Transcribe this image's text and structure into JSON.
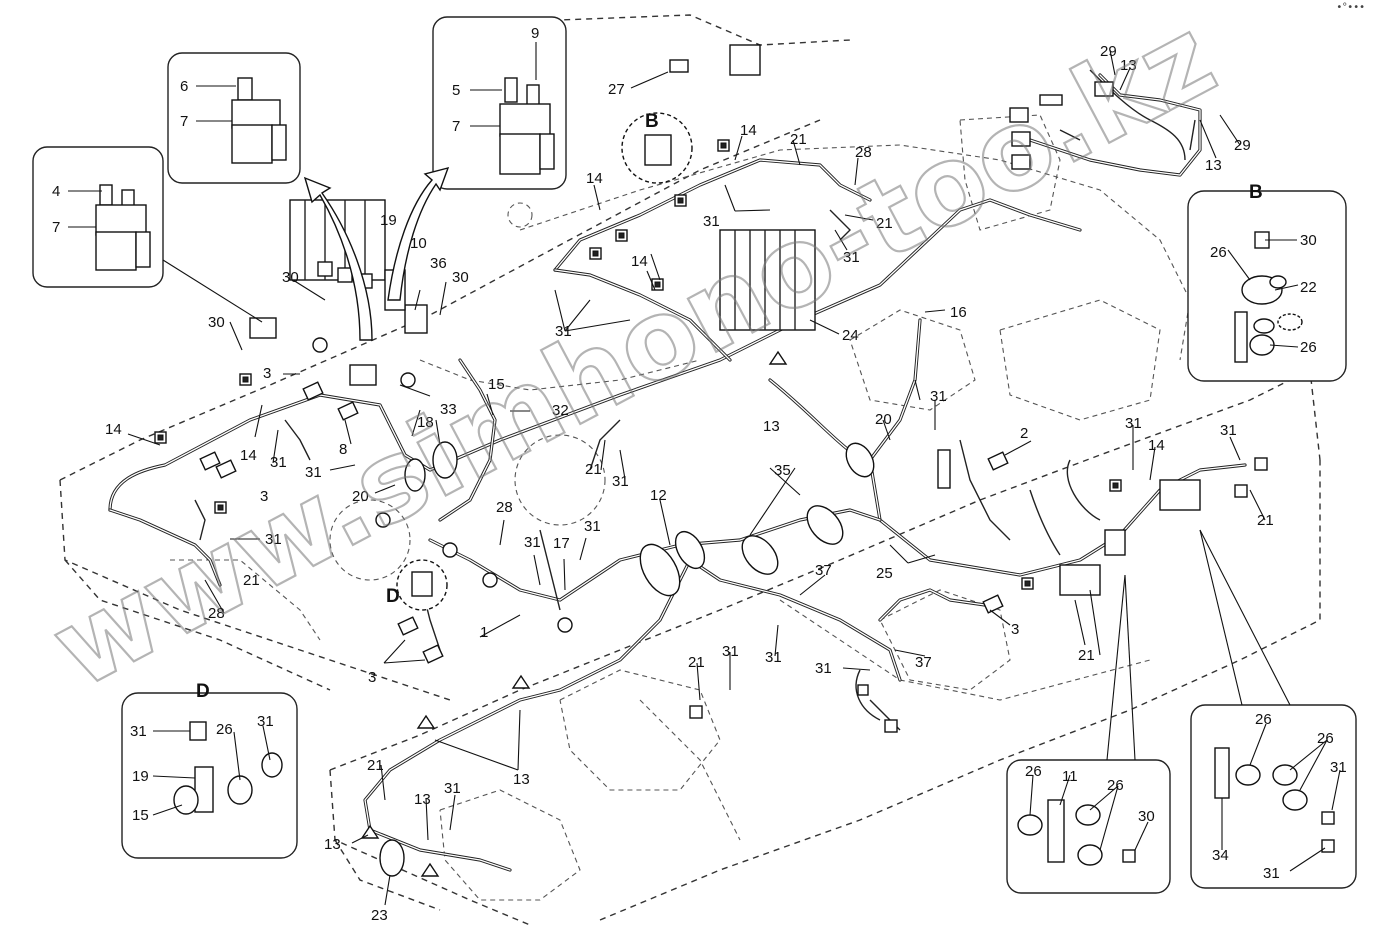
{
  "watermark": "www.simhono-too.kz",
  "corner_mark": "•°•••",
  "detail_labels": [
    "B",
    "B",
    "D",
    "D"
  ],
  "callouts": [
    "1",
    "2",
    "3",
    "4",
    "5",
    "6",
    "7",
    "8",
    "9",
    "10",
    "11",
    "12",
    "13",
    "14",
    "15",
    "16",
    "17",
    "18",
    "19",
    "20",
    "21",
    "22",
    "23",
    "24",
    "25",
    "26",
    "27",
    "28",
    "29",
    "30",
    "31",
    "32",
    "33",
    "34",
    "35",
    "36",
    "37"
  ]
}
